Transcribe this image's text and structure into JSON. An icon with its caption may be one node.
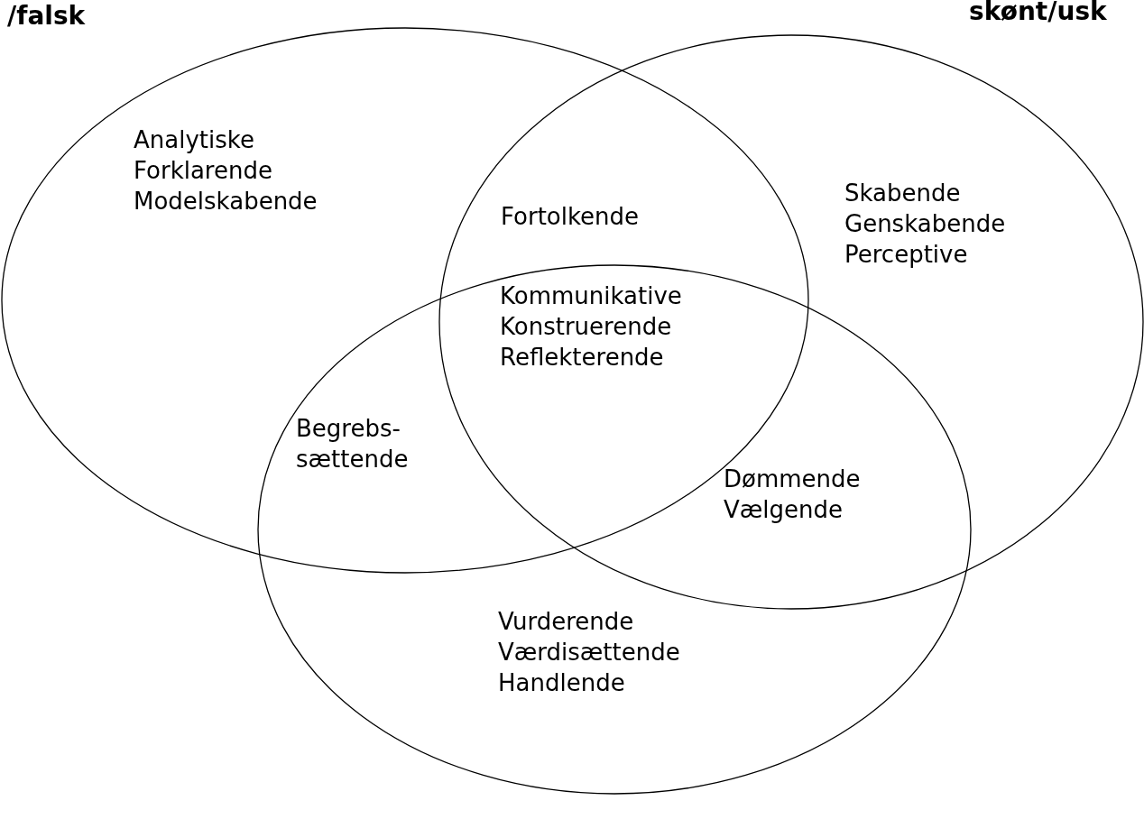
{
  "diagram": {
    "nodes": [
      {
        "text": [
          "/falsk",
          "Analytiske Forklarende Modelskabende"
        ]
      },
      {
        "text": [
          "skønt/usk",
          "Skabende Genskabende Perceptive"
        ]
      },
      {
        "text": [
          "Vurderende Værdisættende Handlende"
        ]
      }
    ],
    "edges": [],
    "labels": [
      "Fortolkende",
      "Kommunikative Konstruerende Reflekterende",
      "Begrebs- sættende",
      "Dømmende Vælgende"
    ]
  }
}
